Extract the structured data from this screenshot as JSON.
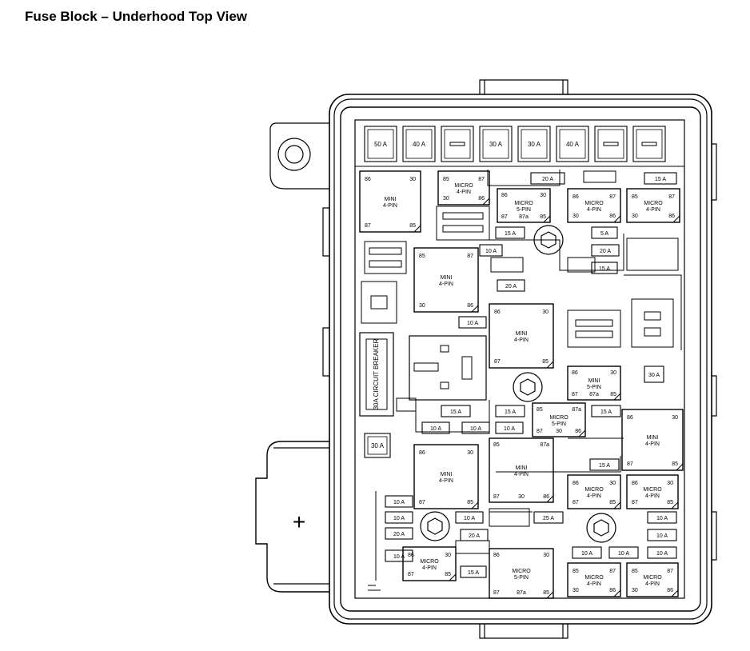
{
  "page": {
    "title": "Fuse Block – Underhood Top View"
  },
  "labels": {
    "plus": "+",
    "breaker": "30A CIRCUIT BREAKER"
  },
  "fuses": [
    "50 A",
    "40 A",
    "",
    "30 A",
    "30 A",
    "40 A",
    "",
    "",
    "20 A",
    "15 A",
    "15 A",
    "10 A",
    "5 A",
    "20 A",
    "15 A",
    "20 A",
    "10 A",
    "30 A",
    "15 A",
    "15 A",
    "10 A",
    "10 A",
    "10 A",
    "15 A",
    "30 A",
    "15 A",
    "10 A",
    "10 A",
    "20 A",
    "10 A",
    "10 A",
    "20 A",
    "25 A",
    "10 A",
    "10 A",
    "10 A",
    "10 A",
    "10 A",
    "15 A"
  ],
  "relays": [
    {
      "type": "MINI\n4-PIN",
      "pins": [
        "86",
        "30",
        "87",
        "85"
      ]
    },
    {
      "type": "MICRO\n4-PIN",
      "pins": [
        "85",
        "87",
        "30",
        "86"
      ]
    },
    {
      "type": "MICRO\n5-PIN",
      "pins": [
        "86",
        "30",
        "87",
        "87a",
        "85"
      ]
    },
    {
      "type": "MICRO\n4-PIN",
      "pins": [
        "86",
        "87",
        "30",
        "86"
      ]
    },
    {
      "type": "MICRO\n4-PIN",
      "pins": [
        "85",
        "87",
        "30",
        "86"
      ]
    },
    {
      "type": "MINI\n4-PIN",
      "pins": [
        "85",
        "87",
        "30",
        "86"
      ]
    },
    {
      "type": "MINI\n4-PIN",
      "pins": [
        "86",
        "30",
        "87",
        "85"
      ]
    },
    {
      "type": "MINI\n5-PIN",
      "pins": [
        "86",
        "30",
        "87",
        "87a",
        "85"
      ]
    },
    {
      "type": "MICRO\n5-PIN",
      "pins": [
        "85",
        "87a",
        "87",
        "30",
        "86"
      ]
    },
    {
      "type": "MINI\n4-PIN",
      "pins": [
        "86",
        "30",
        "87",
        "85"
      ]
    },
    {
      "type": "MINI\n4-PIN",
      "pins": [
        "86",
        "30",
        "87",
        "85"
      ]
    },
    {
      "type": "MINI\n4-PIN",
      "pins": [
        "85",
        "87a",
        "87",
        "30",
        "86"
      ]
    },
    {
      "type": "MICRO\n4-PIN",
      "pins": [
        "86",
        "30",
        "87",
        "85"
      ]
    },
    {
      "type": "MICRO\n4-PIN",
      "pins": [
        "86",
        "30",
        "87",
        "85"
      ]
    },
    {
      "type": "MICRO\n4-PIN",
      "pins": [
        "86",
        "30",
        "87",
        "85"
      ]
    },
    {
      "type": "MICRO\n5-PIN",
      "pins": [
        "86",
        "30",
        "87",
        "87a",
        "85"
      ]
    },
    {
      "type": "MICRO\n4-PIN",
      "pins": [
        "85",
        "87",
        "30",
        "86"
      ]
    },
    {
      "type": "MICRO\n4-PIN",
      "pins": [
        "85",
        "87",
        "30",
        "86"
      ]
    }
  ]
}
